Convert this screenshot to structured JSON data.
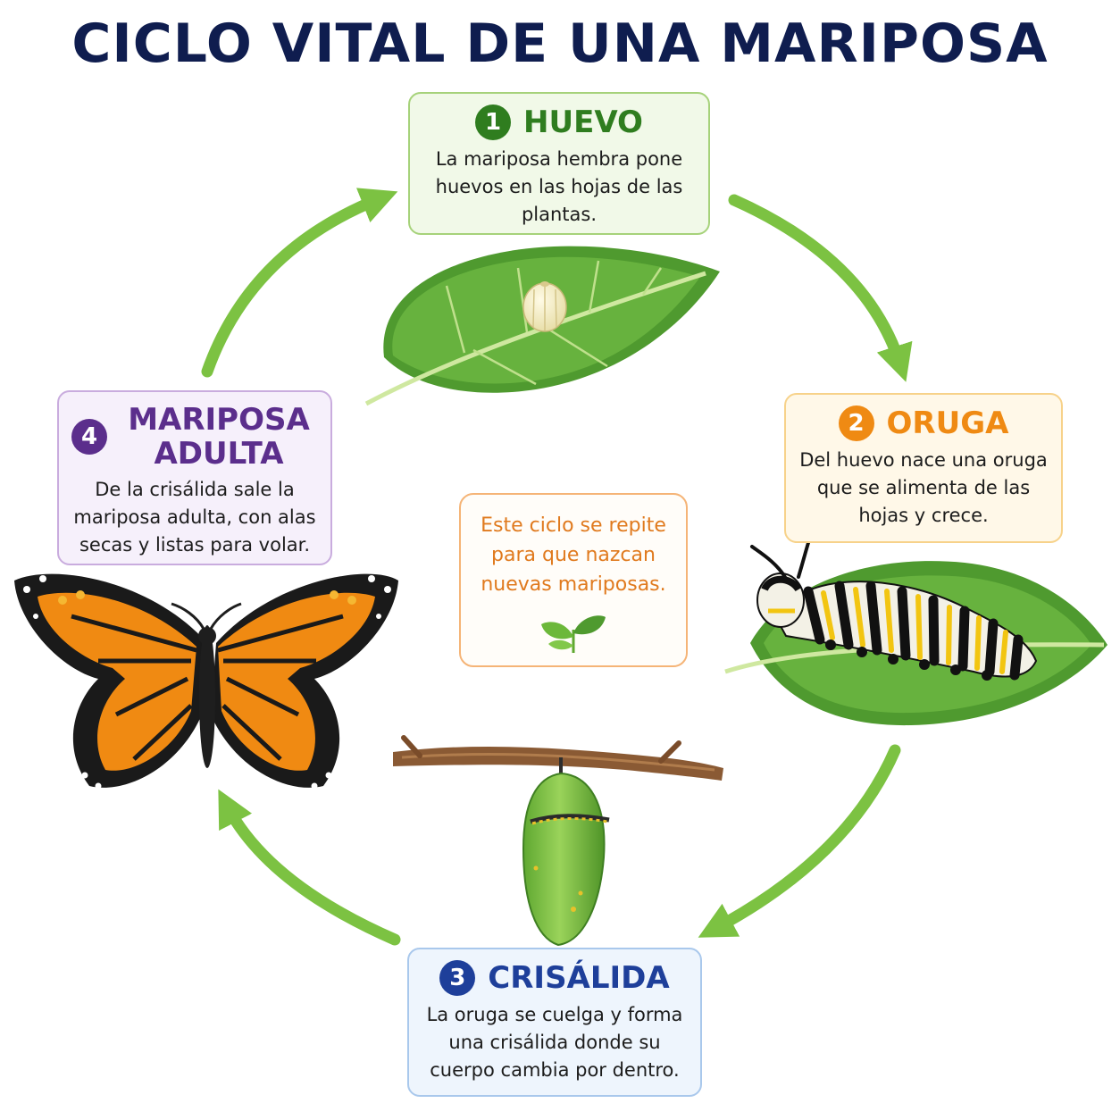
{
  "title": "CICLO VITAL DE UNA MARIPOSA",
  "stages": [
    {
      "number": "1",
      "name": "HUEVO",
      "description": "La mariposa hembra pone huevos en las hojas de las plantas.",
      "color": "#2f7d1f"
    },
    {
      "number": "2",
      "name": "ORUGA",
      "description": "Del huevo nace una oruga que se alimenta de las hojas y crece.",
      "color": "#ef8a13"
    },
    {
      "number": "3",
      "name": "CRISÁLIDA",
      "description": "La oruga se cuelga y forma una crisálida donde su cuerpo cambia por dentro.",
      "color": "#1e3f9a"
    },
    {
      "number": "4",
      "name": "MARIPOSA ADULTA",
      "description": "De la crisálida sale la mariposa adulta, con alas secas y listas para volar.",
      "color": "#5b2e8c"
    }
  ],
  "center_note": "Este ciclo se repite para que nazcan nuevas mariposas.",
  "colors": {
    "title": "#0f1d4f",
    "arrow": "#7cc242",
    "leaf": "#4f9a2f",
    "butterfly_orange": "#f08a12",
    "chrysalis": "#7cc242"
  },
  "icons": [
    "egg-icon",
    "leaf-icon",
    "caterpillar-icon",
    "chrysalis-icon",
    "branch-icon",
    "butterfly-icon",
    "sprout-icon",
    "arrow-icon"
  ]
}
